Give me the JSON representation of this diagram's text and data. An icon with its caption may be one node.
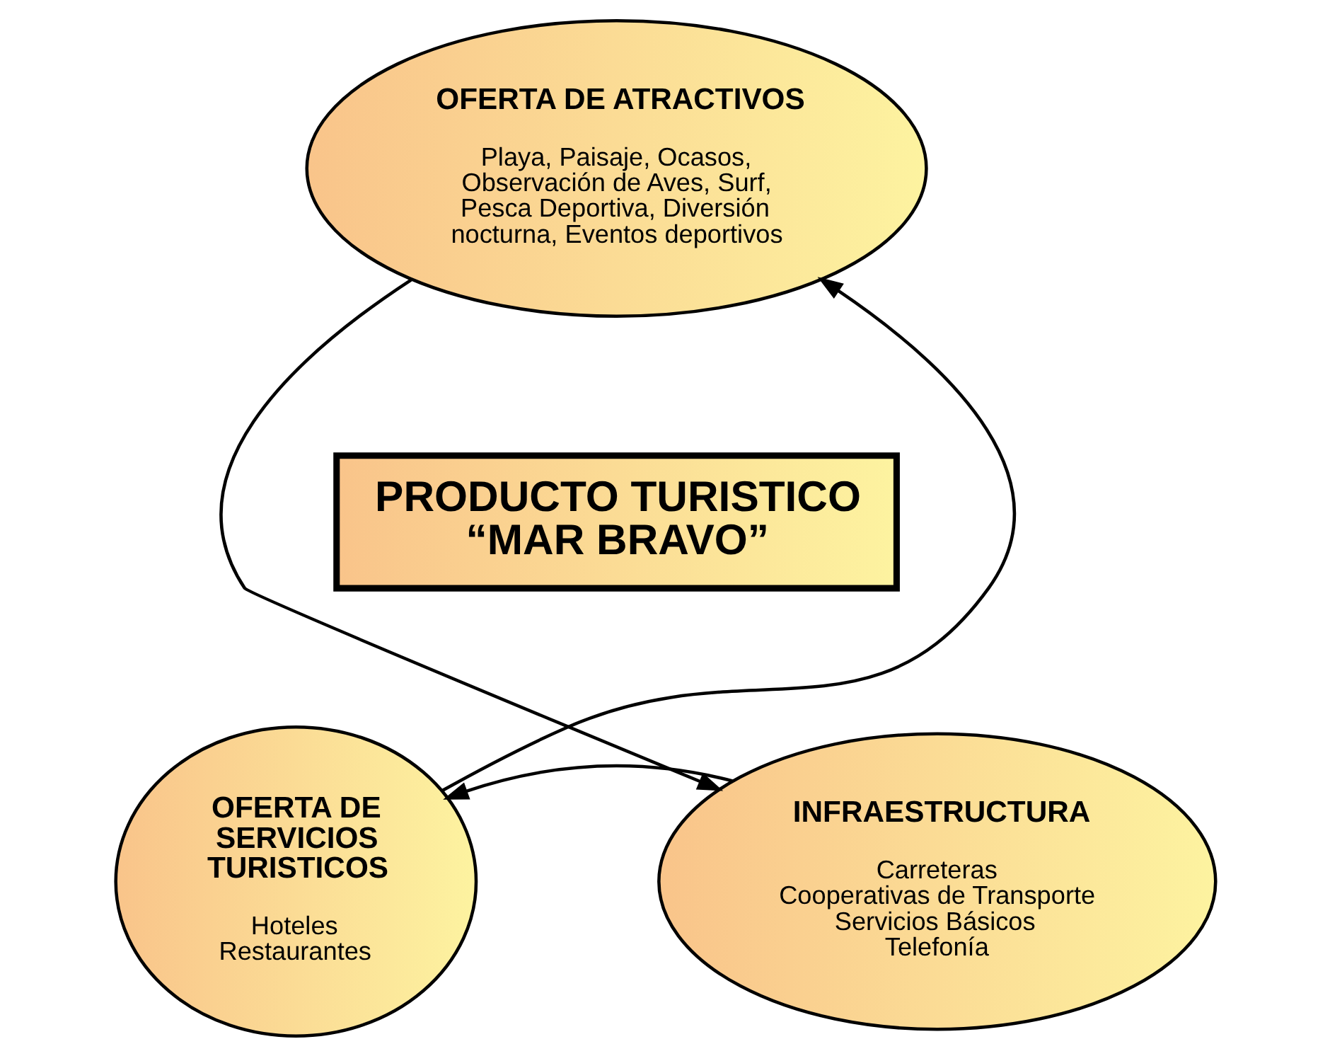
{
  "diagram": {
    "nodes": [
      {
        "text": [
          "OFERTA DE ATRACTIVOS",
          "Playa, Paisaje, Ocasos, Observación de Aves, Surf, Pesca Deportiva, Diversión nocturna, Eventos deportivos"
        ]
      },
      {
        "text": [
          "INFRAESTRUCTURA",
          "Carreteras",
          "Cooperativas de Transporte",
          "Servicios Básicos",
          "Telefonía"
        ]
      },
      {
        "text": [
          "OFERTA DE SERVICIOS TURISTICOS",
          "Hoteles",
          "Restaurantes"
        ]
      },
      {
        "text": [
          "PRODUCTO TURISTICO",
          "“MAR BRAVO”"
        ]
      }
    ],
    "edges": [
      {
        "from": 0,
        "to": 1,
        "arrow": "to"
      },
      {
        "from": 1,
        "to": 2,
        "arrow": "to"
      },
      {
        "from": 2,
        "to": 0,
        "arrow": "to"
      }
    ]
  }
}
